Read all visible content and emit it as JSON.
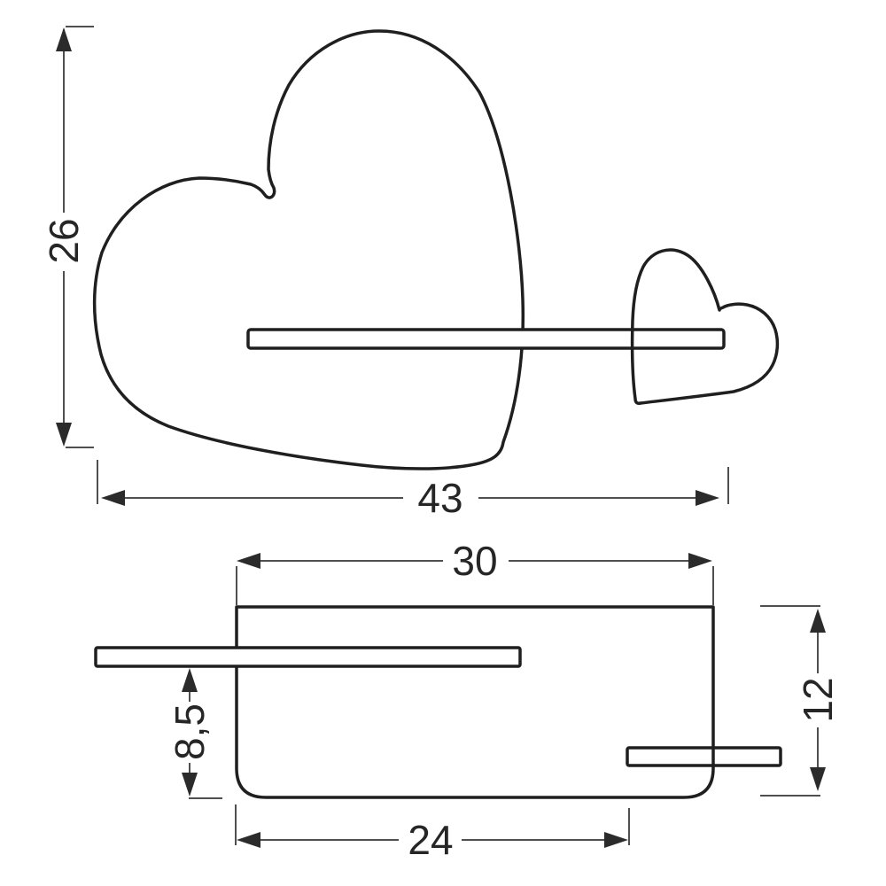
{
  "drawing": {
    "type": "technical-dimension-drawing",
    "subject": "heart-shaped wall shelf lamp, front and side views",
    "background_color": "#ffffff",
    "outline_color": "#1f1f1f",
    "dimension_line_color": "#4f4f4f",
    "text_color": "#262626",
    "dimensions": {
      "front_height": "26",
      "front_width": "43",
      "side_top_width": "30",
      "side_height": "12",
      "side_shelf_to_bottom": "8,5",
      "side_bottom_width": "24"
    }
  }
}
